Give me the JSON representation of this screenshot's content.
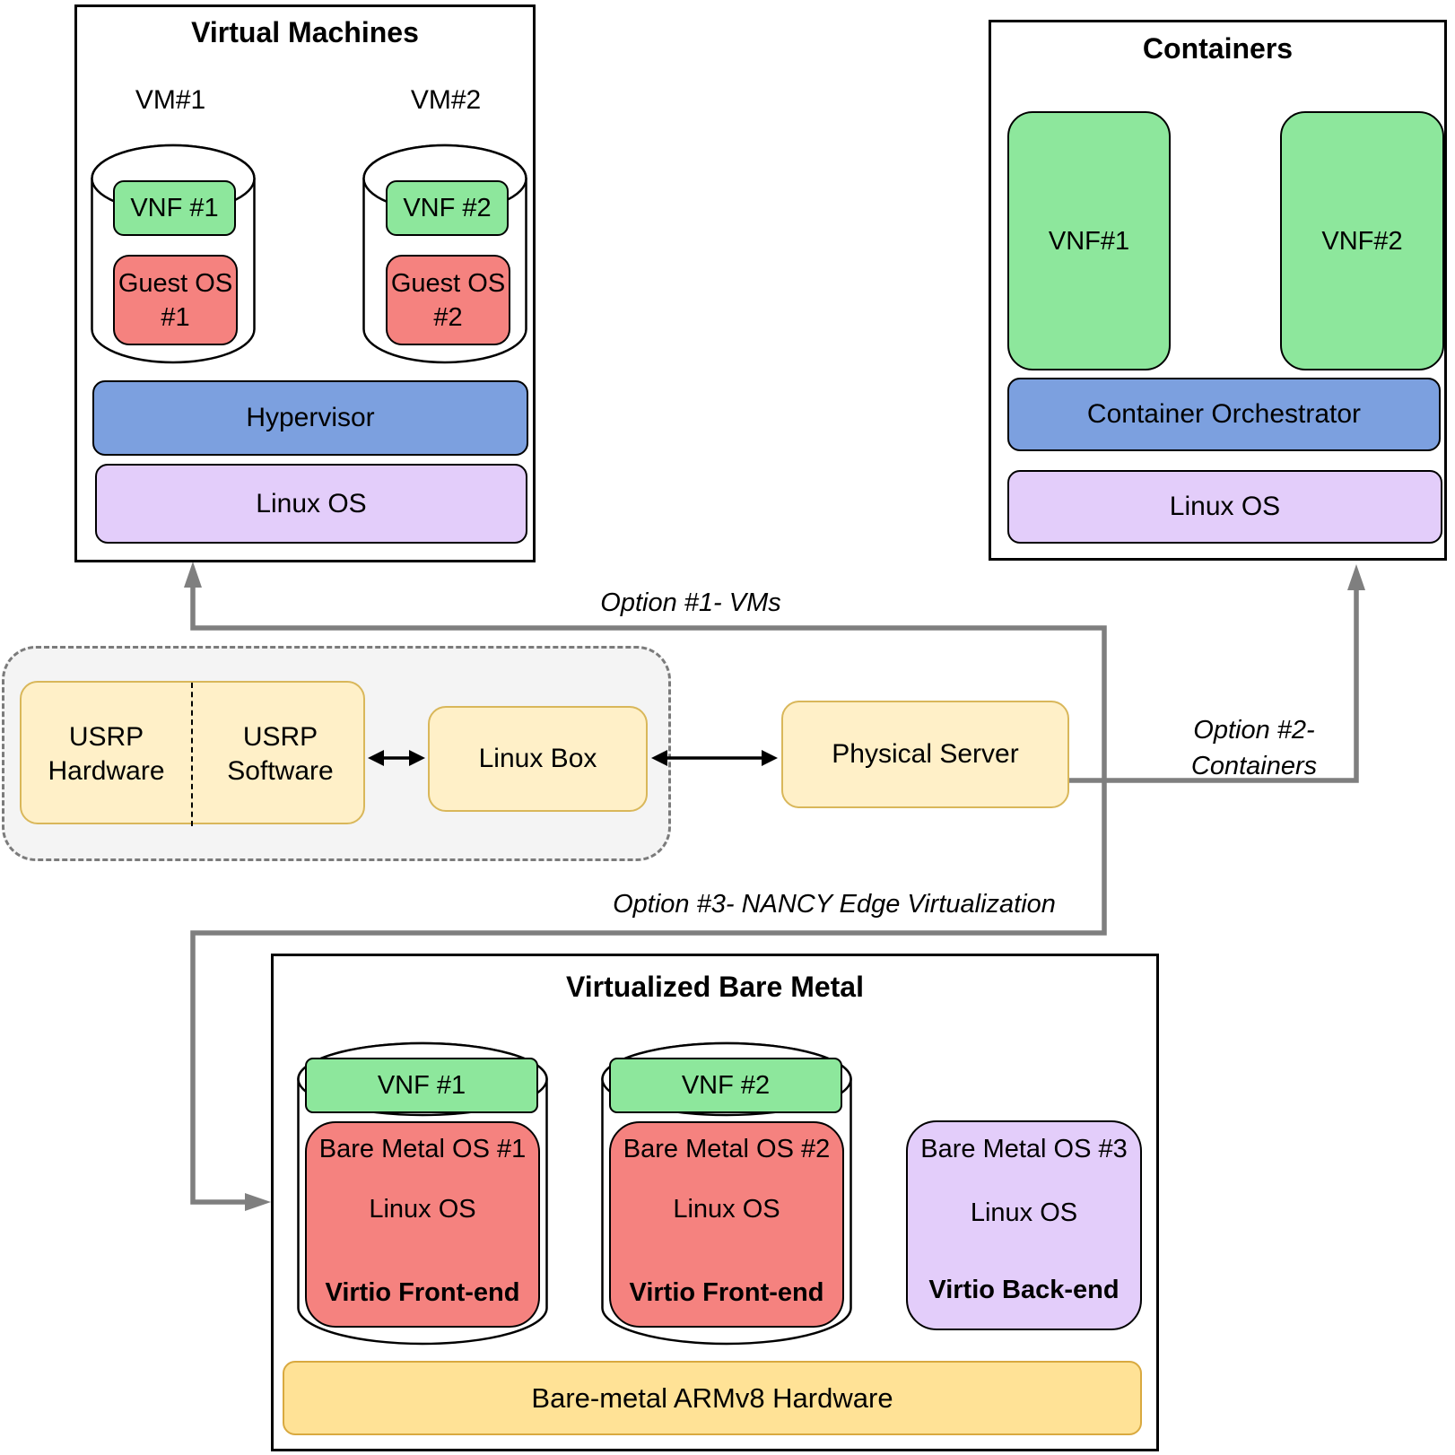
{
  "colors": {
    "green": "#8de79c",
    "red": "#f5827f",
    "blue": "#7ca0df",
    "lavender": "#e3cdfa",
    "cream": "#fff0c8",
    "cream_border": "#d9b75a",
    "gold": "#ffe296",
    "gold_border": "#d9a93f",
    "connector_gray": "#7f7f7f"
  },
  "vm_section": {
    "title": "Virtual Machines",
    "vm1_label": "VM#1",
    "vm2_label": "VM#2",
    "vnf1": "VNF #1",
    "vnf2": "VNF #2",
    "guest1_line1": "Guest OS",
    "guest1_line2": "#1",
    "guest2_line1": "Guest OS",
    "guest2_line2": "#2",
    "hypervisor": "Hypervisor",
    "linux_os": "Linux OS"
  },
  "containers_section": {
    "title": "Containers",
    "vnf1": "VNF#1",
    "vnf2": "VNF#2",
    "orchestrator": "Container Orchestrator",
    "linux_os": "Linux OS"
  },
  "middle": {
    "usrp_hw_line1": "USRP",
    "usrp_hw_line2": "Hardware",
    "usrp_sw_line1": "USRP",
    "usrp_sw_line2": "Software",
    "linux_box": "Linux Box",
    "physical_server": "Physical Server"
  },
  "options": {
    "option1": "Option #1- VMs",
    "option2_line1": "Option #2-",
    "option2_line2": "Containers",
    "option3": "Option #3- NANCY Edge Virtualization"
  },
  "bare_metal_section": {
    "title": "Virtualized Bare Metal",
    "vnf1": "VNF #1",
    "vnf2": "VNF #2",
    "bm1_os": "Bare Metal OS #1",
    "bm1_linux": "Linux OS",
    "bm1_virtio": "Virtio Front-end",
    "bm2_os": "Bare Metal OS #2",
    "bm2_linux": "Linux OS",
    "bm2_virtio": "Virtio Front-end",
    "bm3_os": "Bare Metal OS #3",
    "bm3_linux": "Linux OS",
    "bm3_virtio": "Virtio Back-end",
    "hardware": "Bare-metal ARMv8 Hardware"
  }
}
